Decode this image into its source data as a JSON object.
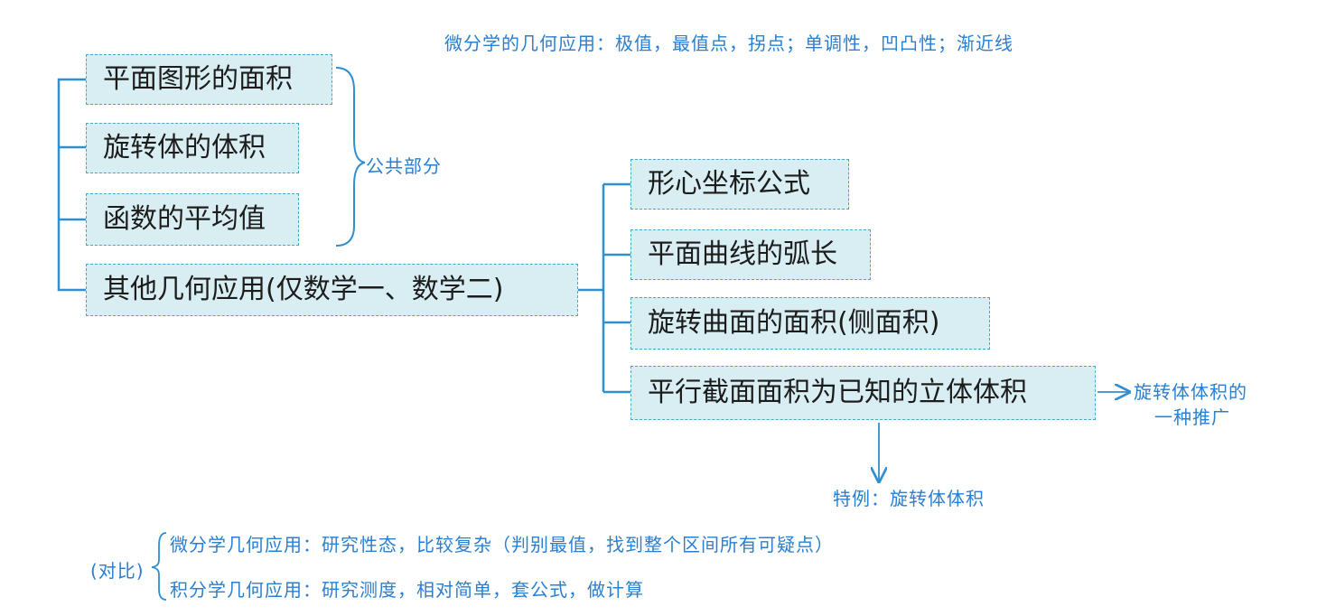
{
  "top_note": "微分学的几何应用：极值，最值点，拐点；单调性，凹凸性；渐近线",
  "left_boxes": [
    "平面图形的面积",
    "旋转体的体积",
    "函数的平均值"
  ],
  "common_label": "公共部分",
  "other_box": "其他几何应用(仅数学一、数学二)",
  "right_boxes": [
    "形心坐标公式",
    "平面曲线的弧长",
    "旋转曲面的面积(侧面积)",
    "平行截面面积为已知的立体体积"
  ],
  "generalization_note": [
    "旋转体体积的",
    "一种推广"
  ],
  "special_case_note": "特例：旋转体体积",
  "comparison": {
    "label": "(对比)",
    "differential": "微分学几何应用：研究性态，比较复杂（判别最值，找到整个区间所有可疑点）",
    "integral": "积分学几何应用：研究测度，相对简单，套公式，做计算"
  },
  "colors": {
    "box_fill": "#d9eef3",
    "box_border": "#4aa6c4",
    "connector": "#2f8fd0",
    "note": "#2a7fd0"
  }
}
